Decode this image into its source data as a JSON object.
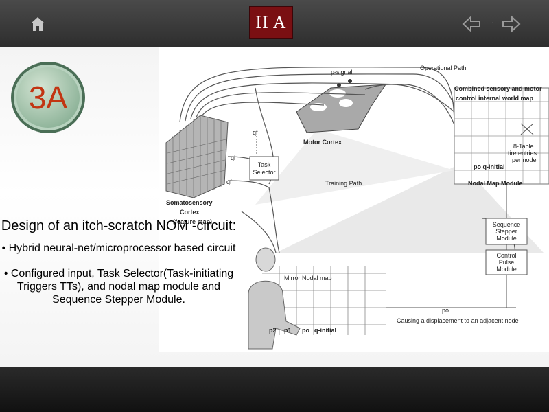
{
  "header": {
    "title": "II A",
    "home_icon": "home-icon",
    "prev_icon": "arrow-left-icon",
    "next_icon": "arrow-right-icon"
  },
  "badge": {
    "label": "3A"
  },
  "figure": {
    "labels": {
      "operational_path": "Operational Path",
      "p_signal": "p-signal",
      "combined_map": "Combined sensory and motor",
      "combined_map_2": "control internal world map",
      "qf_top": "qf",
      "motor_cortex": "Motor Cortex",
      "qi": "qi",
      "qf": "qf",
      "task_selector": "Task",
      "task_selector_2": "Selector",
      "training_path": "Training Path",
      "somato_1": "Somatosensory",
      "somato_2": "Cortex",
      "feature_map": "(feature map)",
      "table_note_1": "8-Table",
      "table_note_2": "tire entries",
      "table_note_3": "per node",
      "po_qinitial": "po q-initial",
      "nodal_map_module": "Nodal Map Module",
      "seq_1": "Sequence",
      "seq_2": "Stepper",
      "seq_3": "Module",
      "ctrl_1": "Control",
      "ctrl_2": "Pulse",
      "ctrl_3": "Module",
      "mirror_nodal_map": "Mirror Nodal map",
      "po": "po",
      "displacement": "Causing a displacement to an adjacent node",
      "p2": "p2",
      "p1": "p1",
      "po2": "po",
      "qinitial2": "q-initial"
    }
  },
  "text": {
    "heading": "Design of an itch-scratch NOM -circuit:",
    "bullet_1": "• Hybrid neural-net/microprocessor based circuit",
    "bullet_2": "• Configured input, Task Selector(Task-initiating Triggers TTs), and nodal map module and Sequence Stepper Module."
  }
}
